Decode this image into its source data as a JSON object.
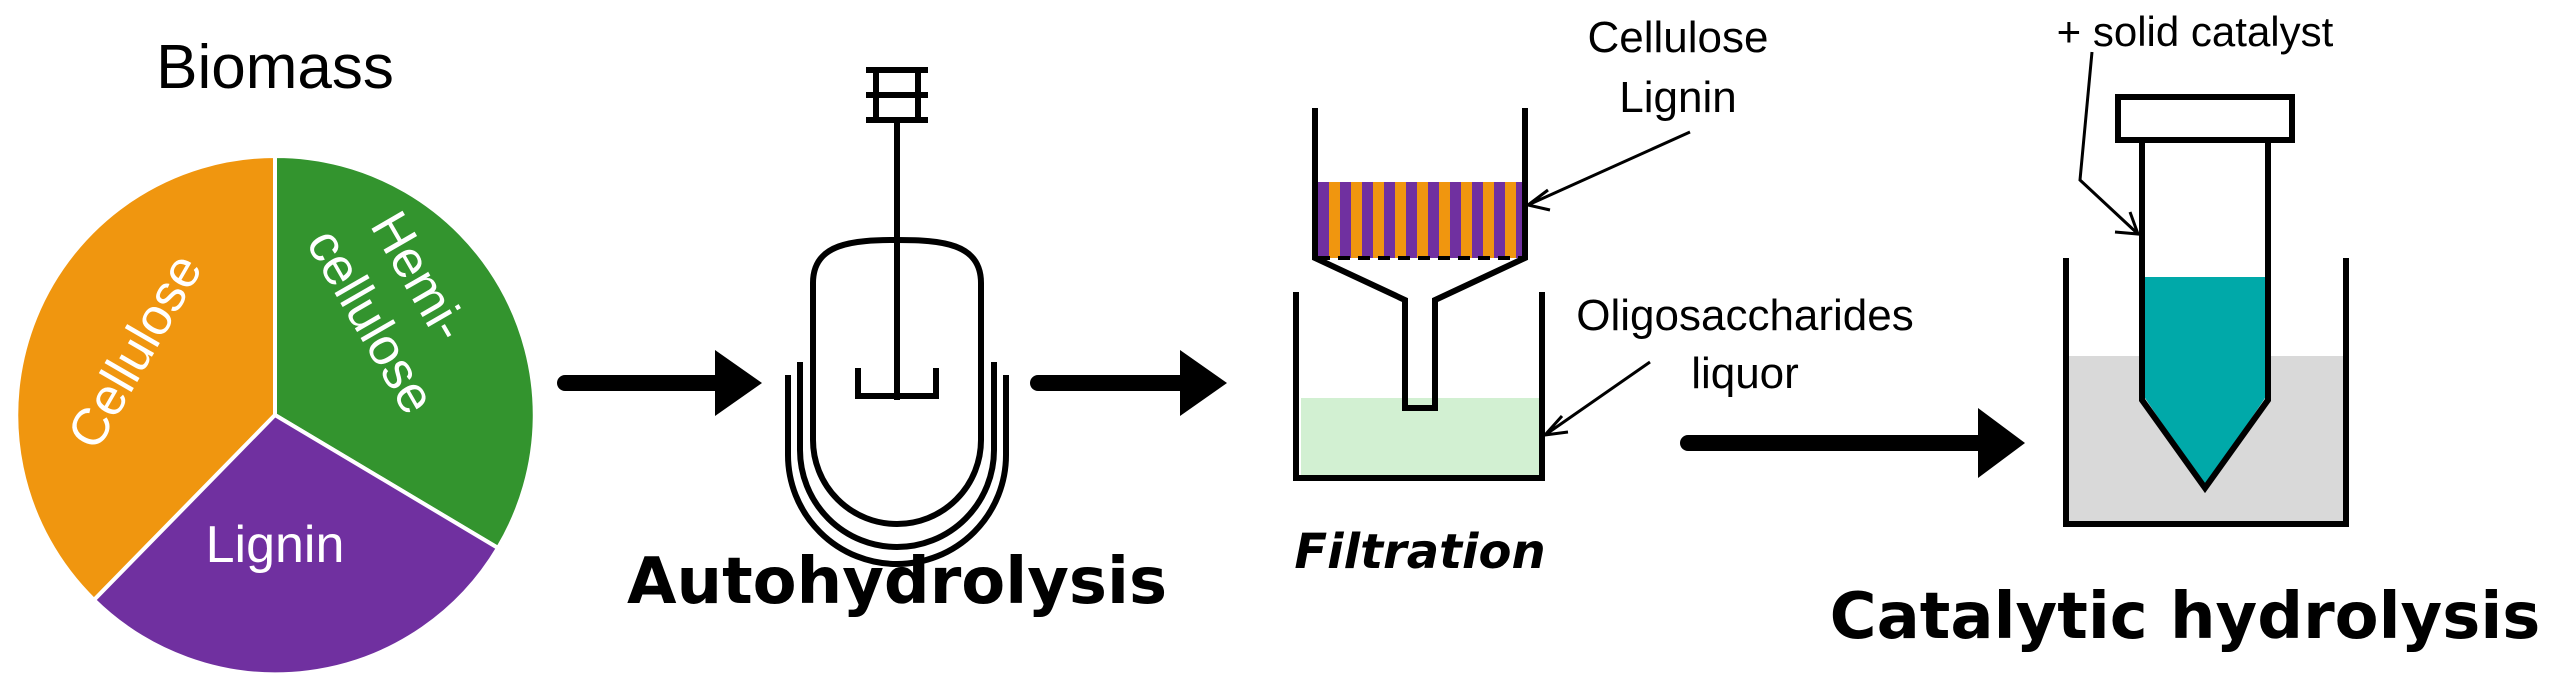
{
  "colors": {
    "cellulose": "#F0960F",
    "hemicellulose": "#33942E",
    "lignin": "#7030A0",
    "liquor": "#D2F0D2",
    "bath": "#D9D9D9",
    "tube_liquid": "#00A9A9",
    "stroke": "#000000"
  },
  "biomass": {
    "title": "Biomass",
    "slices": [
      {
        "name": "cellulose",
        "label": "Cellulose"
      },
      {
        "name": "hemicellulose",
        "label_line1": "Hemi-",
        "label_line2": "cellulose"
      },
      {
        "name": "lignin",
        "label": "Lignin"
      }
    ]
  },
  "stages": {
    "autohydrolysis": "Autohydrolysis",
    "filtration": "Filtration",
    "catalytic": "Catalytic hydrolysis"
  },
  "filtration": {
    "solids_line1": "Cellulose",
    "solids_line2": "Lignin",
    "liquor_line1": "Oligosaccharides",
    "liquor_line2": "liquor"
  },
  "catalytic": {
    "annotation": "+ solid catalyst"
  },
  "icons": [
    "reactor-icon",
    "funnel-icon",
    "test-tube-icon",
    "arrow-icon"
  ]
}
